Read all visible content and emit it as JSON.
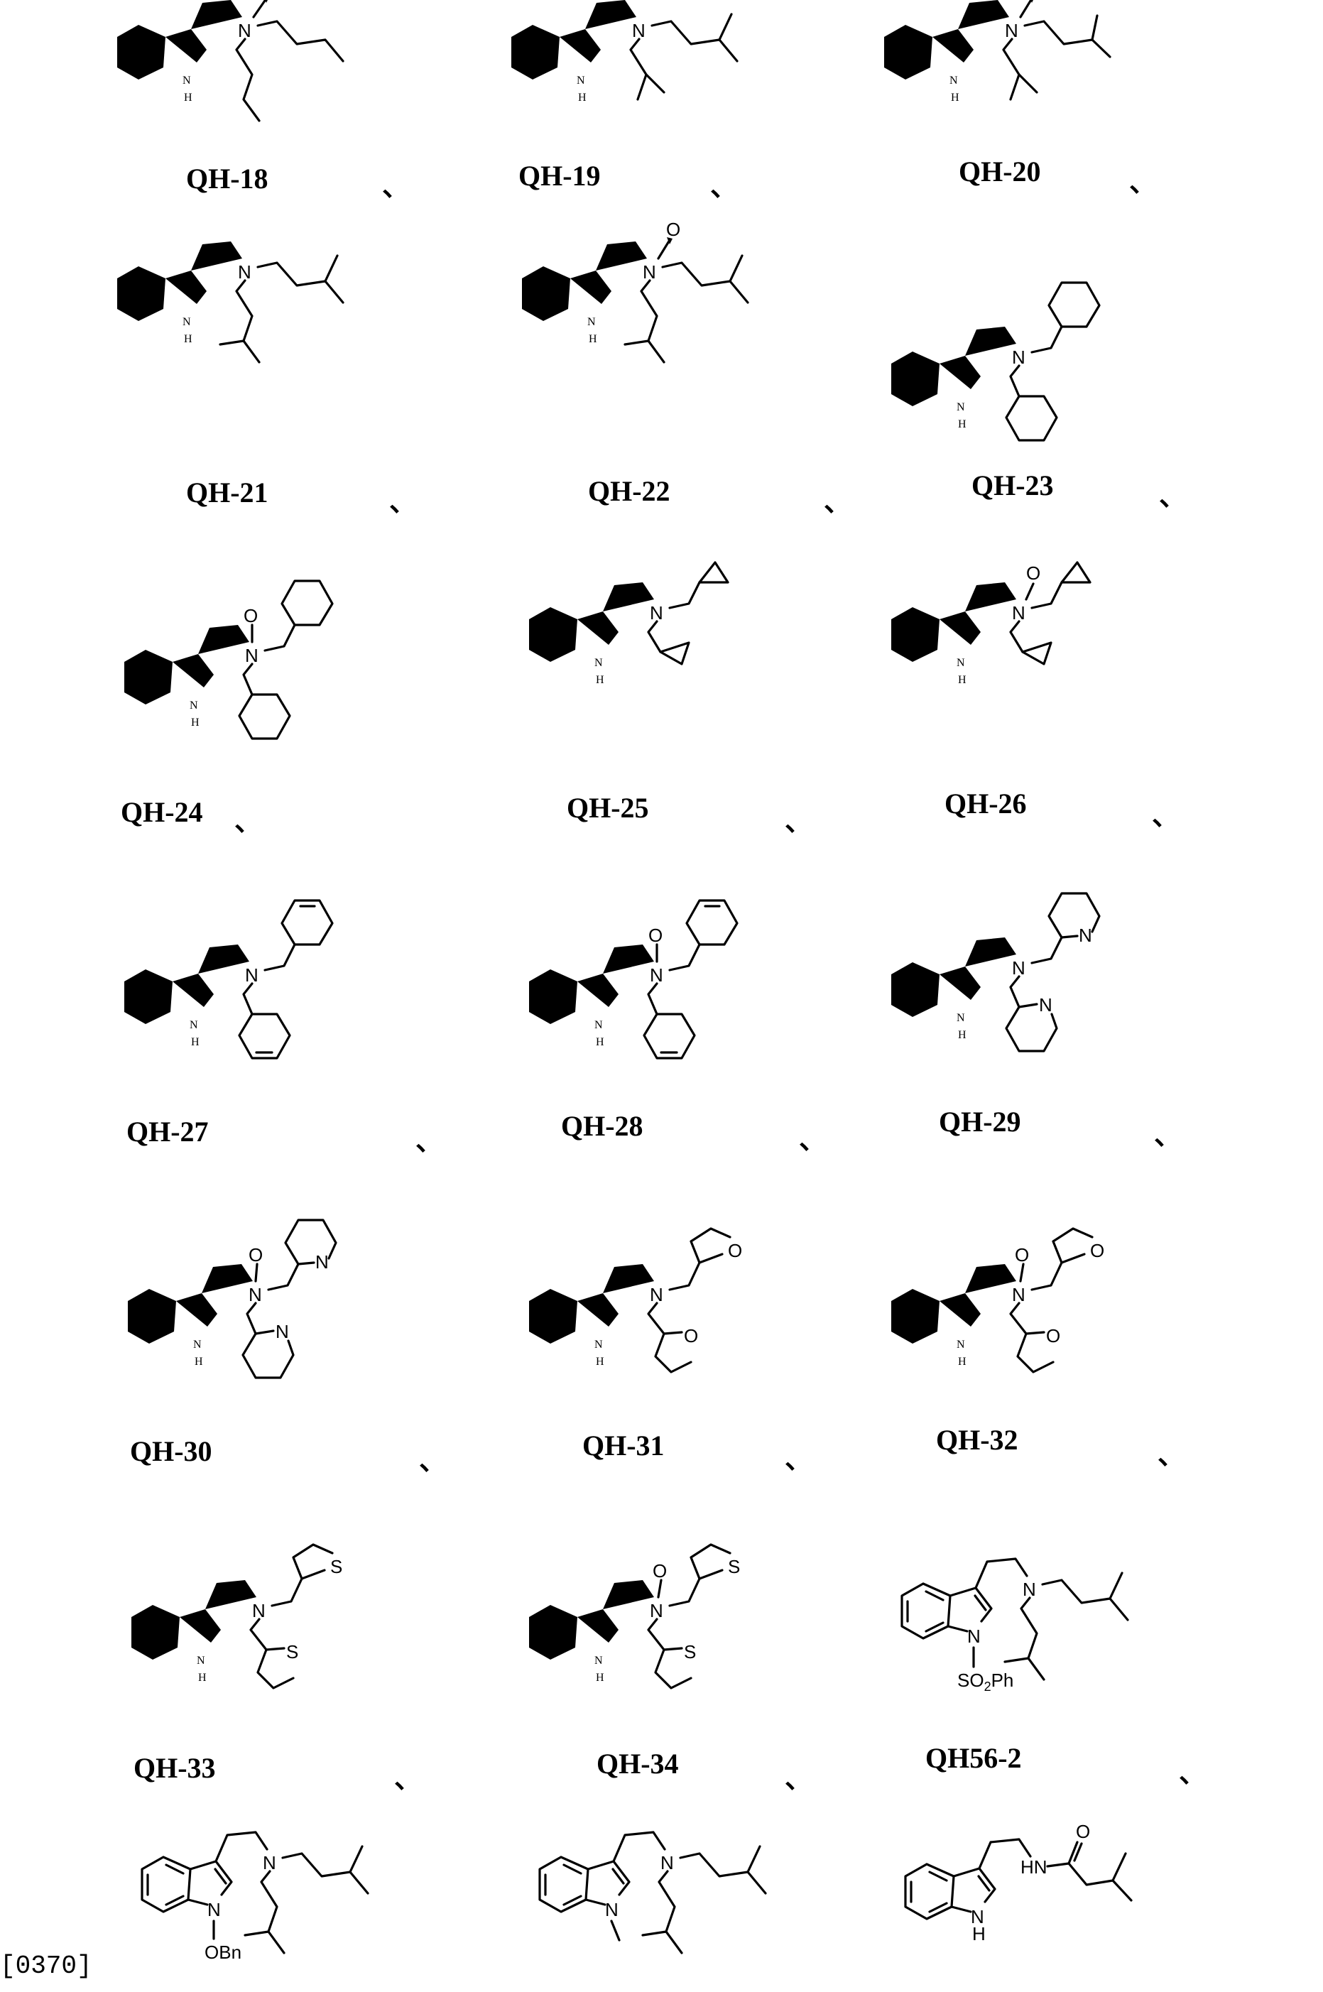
{
  "document": {
    "type": "patent-compound-listing",
    "separator": "、",
    "paragraph_marker_partial": "[0370]"
  },
  "compounds": [
    {
      "id": "QH-18",
      "label": "QH-18",
      "amine": "N-oxide",
      "substituents": [
        "n-butyl",
        "n-butyl"
      ],
      "indole_n": "NH"
    },
    {
      "id": "QH-19",
      "label": "QH-19",
      "amine": "tertiary amine",
      "substituents": [
        "isobutyl",
        "isobutyl"
      ],
      "indole_n": "NH"
    },
    {
      "id": "QH-20",
      "label": "QH-20",
      "amine": "N-oxide",
      "substituents": [
        "isobutyl",
        "isobutyl"
      ],
      "indole_n": "NH"
    },
    {
      "id": "QH-21",
      "label": "QH-21",
      "amine": "tertiary amine",
      "substituents": [
        "isopentyl",
        "isopentyl"
      ],
      "indole_n": "NH"
    },
    {
      "id": "QH-22",
      "label": "QH-22",
      "amine": "N-oxide",
      "substituents": [
        "isopentyl",
        "isopentyl"
      ],
      "indole_n": "NH"
    },
    {
      "id": "QH-23",
      "label": "QH-23",
      "amine": "tertiary amine",
      "substituents": [
        "cyclohexylmethyl",
        "cyclohexylmethyl"
      ],
      "indole_n": "NH"
    },
    {
      "id": "QH-24",
      "label": "QH-24",
      "amine": "N-oxide",
      "substituents": [
        "cyclohexylmethyl",
        "cyclohexylmethyl"
      ],
      "indole_n": "NH"
    },
    {
      "id": "QH-25",
      "label": "QH-25",
      "amine": "tertiary amine",
      "substituents": [
        "cyclopropylmethyl",
        "cyclopropylmethyl"
      ],
      "indole_n": "NH"
    },
    {
      "id": "QH-26",
      "label": "QH-26",
      "amine": "N-oxide",
      "substituents": [
        "cyclopropylmethyl",
        "cyclopropylmethyl"
      ],
      "indole_n": "NH"
    },
    {
      "id": "QH-27",
      "label": "QH-27",
      "amine": "tertiary amine",
      "substituents": [
        "benzyl",
        "benzyl"
      ],
      "indole_n": "NH"
    },
    {
      "id": "QH-28",
      "label": "QH-28",
      "amine": "N-oxide",
      "substituents": [
        "benzyl",
        "benzyl"
      ],
      "indole_n": "NH"
    },
    {
      "id": "QH-29",
      "label": "QH-29",
      "amine": "tertiary amine",
      "substituents": [
        "pyridin-2-ylmethyl",
        "pyridin-2-ylmethyl"
      ],
      "indole_n": "NH"
    },
    {
      "id": "QH-30",
      "label": "QH-30",
      "amine": "N-oxide",
      "substituents": [
        "pyridin-2-ylmethyl",
        "pyridin-2-ylmethyl"
      ],
      "indole_n": "NH"
    },
    {
      "id": "QH-31",
      "label": "QH-31",
      "amine": "tertiary amine",
      "substituents": [
        "furan-2-ylmethyl",
        "furan-2-ylmethyl"
      ],
      "indole_n": "NH"
    },
    {
      "id": "QH-32",
      "label": "QH-32",
      "amine": "N-oxide",
      "substituents": [
        "furan-2-ylmethyl",
        "furan-2-ylmethyl"
      ],
      "indole_n": "NH"
    },
    {
      "id": "QH-33",
      "label": "QH-33",
      "amine": "tertiary amine",
      "substituents": [
        "thiophen-2-ylmethyl",
        "thiophen-2-ylmethyl"
      ],
      "indole_n": "NH"
    },
    {
      "id": "QH-34",
      "label": "QH-34",
      "amine": "N-oxide",
      "substituents": [
        "thiophen-2-ylmethyl",
        "thiophen-2-ylmethyl"
      ],
      "indole_n": "NH"
    },
    {
      "id": "QH56-2",
      "label": "QH56-2",
      "amine": "tertiary amine",
      "substituents": [
        "isopentyl",
        "isopentyl"
      ],
      "indole_n": "N-SO2Ph"
    },
    {
      "id": "unlabeled-1",
      "label": "",
      "amine": "tertiary amine",
      "substituents": [
        "isopentyl",
        "isopentyl"
      ],
      "indole_n": "N-OBn"
    },
    {
      "id": "unlabeled-2",
      "label": "",
      "amine": "tertiary amine",
      "substituents": [
        "isopentyl",
        "isopentyl"
      ],
      "indole_n": "N-CH3"
    },
    {
      "id": "unlabeled-3",
      "label": "",
      "amine": "amide",
      "substituents": [
        "3-methylbutanoyl"
      ],
      "indole_n": "NH"
    }
  ],
  "atom_labels": {
    "nh_n": "N",
    "nh_h": "H",
    "n": "N",
    "o": "O",
    "s": "S",
    "hn": "HN",
    "so2ph": "SO₂Ph",
    "obn": "OBn"
  }
}
